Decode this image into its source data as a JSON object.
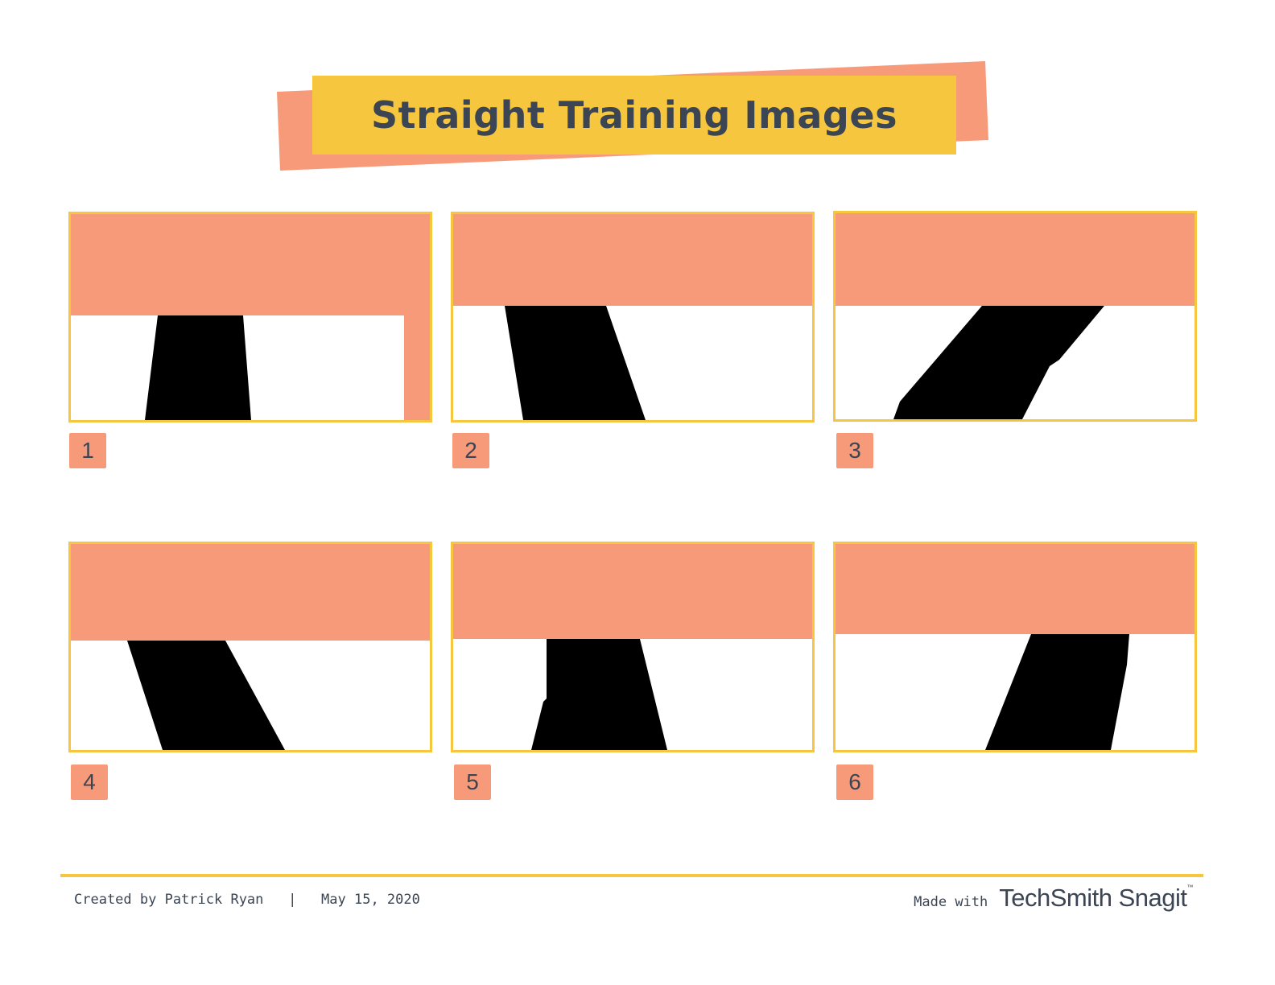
{
  "title": "Straight Training Images",
  "colors": {
    "yellow": "#f6c63e",
    "salmon": "#f79a79",
    "text": "#3b4553",
    "shape": "#000000"
  },
  "panels": [
    {
      "label": "1"
    },
    {
      "label": "2"
    },
    {
      "label": "3"
    },
    {
      "label": "4"
    },
    {
      "label": "5"
    },
    {
      "label": "6"
    }
  ],
  "footer": {
    "credit": "Created by Patrick Ryan   |   May 15, 2020",
    "made_with": "Made with",
    "brand": "TechSmith Snagit",
    "trademark": "™"
  }
}
